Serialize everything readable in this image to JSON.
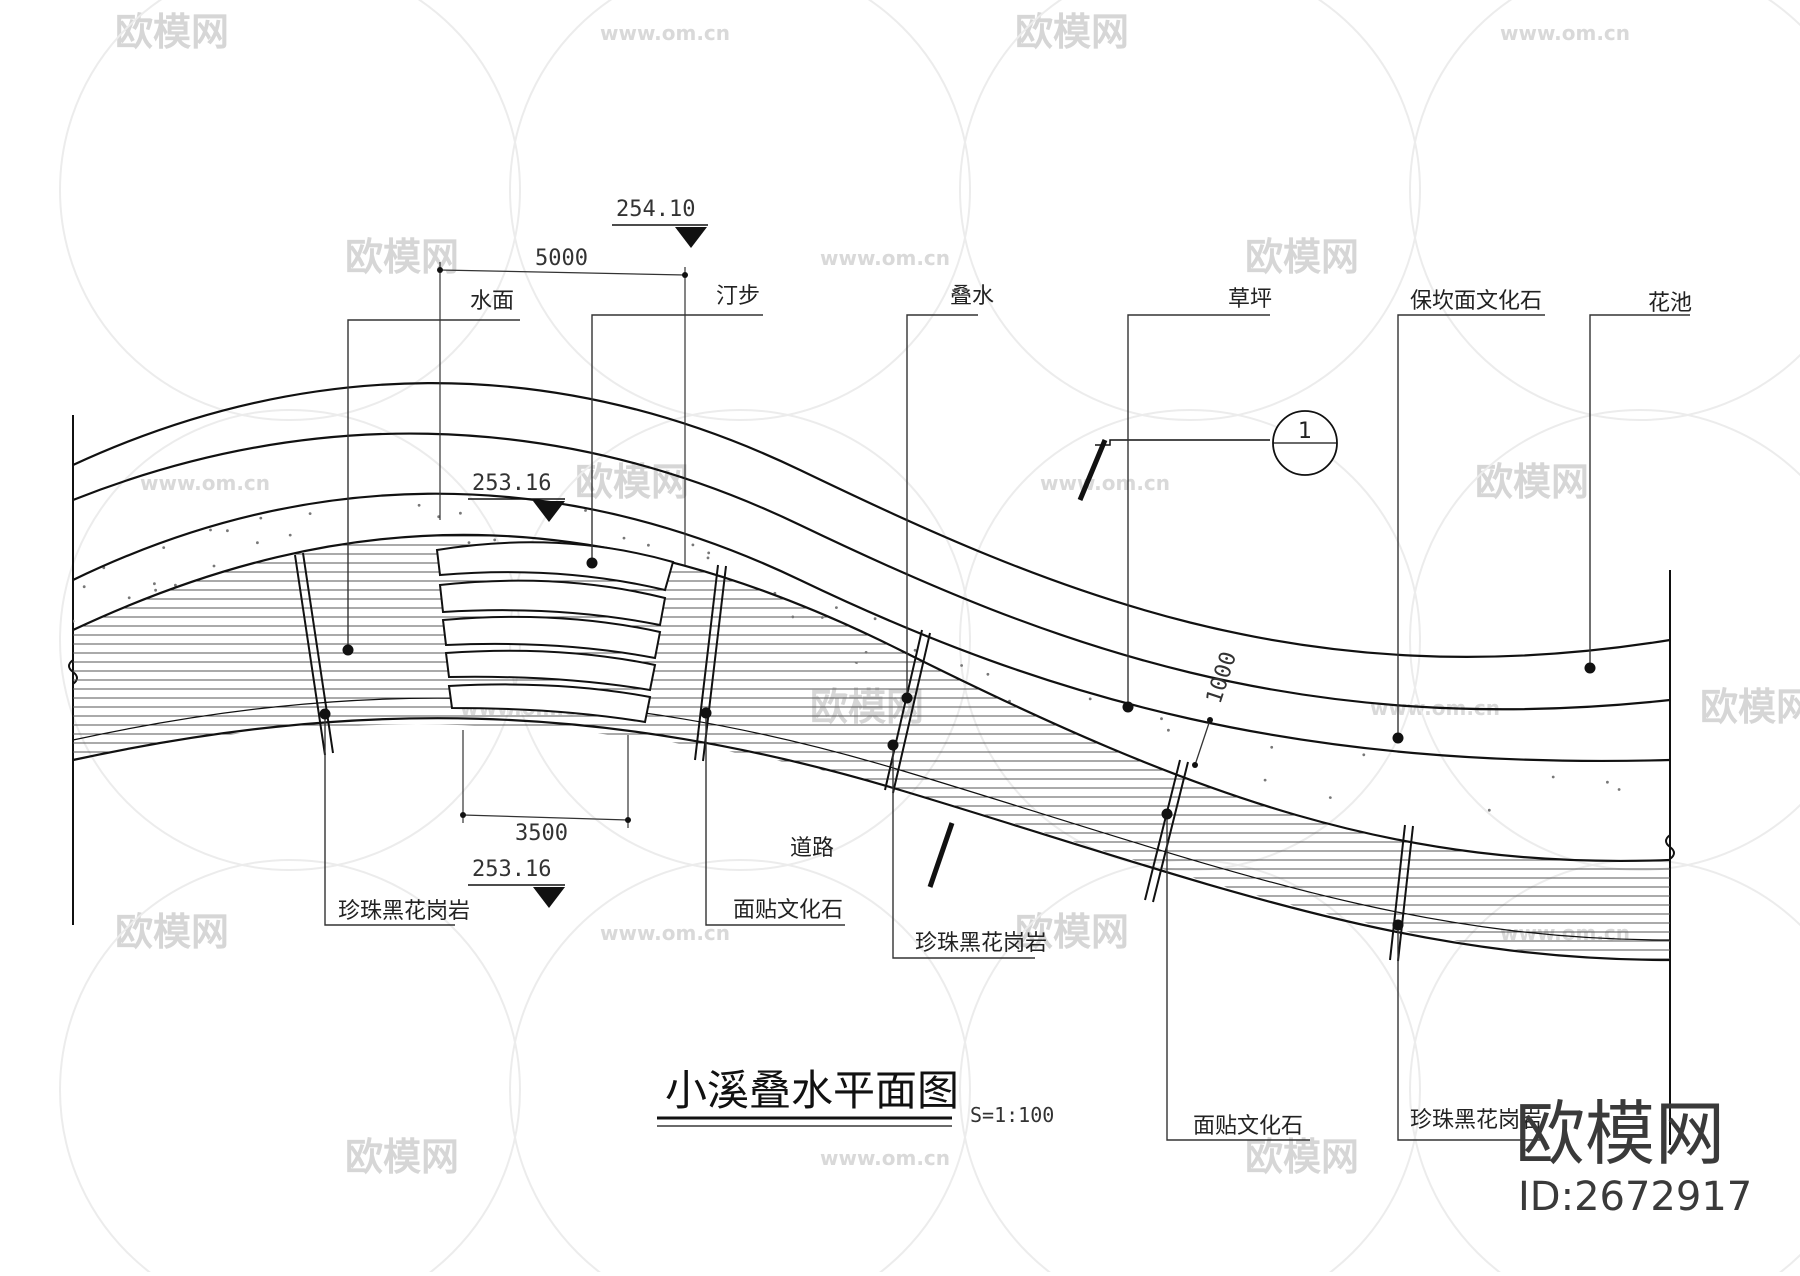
{
  "title": "小溪叠水平面图",
  "scale": "S=1:100",
  "labels_top": [
    "水面",
    "汀步",
    "叠水",
    "草坪",
    "保坎面文化石",
    "花池"
  ],
  "labels_bottom": [
    "珍珠黑花岗岩",
    "面贴文化石",
    "珍珠黑花岗岩",
    "面贴文化石",
    "珍珠黑花岗岩"
  ],
  "road_label": "道路",
  "elevations": {
    "top": "254.10",
    "mid": "253.16",
    "low": "253.16"
  },
  "dimensions": {
    "d5000": "5000",
    "d3500": "3500",
    "d1000": "1000"
  },
  "section_marker": "1",
  "watermark": {
    "brand": "欧模网",
    "url": "www.om.cn",
    "partial": "om.cn"
  },
  "brand_logo": {
    "name": "欧模网",
    "id": "ID:2672917"
  },
  "colors": {
    "line": "#111111",
    "watermark": "#d6d6d6",
    "background": "#ffffff"
  }
}
